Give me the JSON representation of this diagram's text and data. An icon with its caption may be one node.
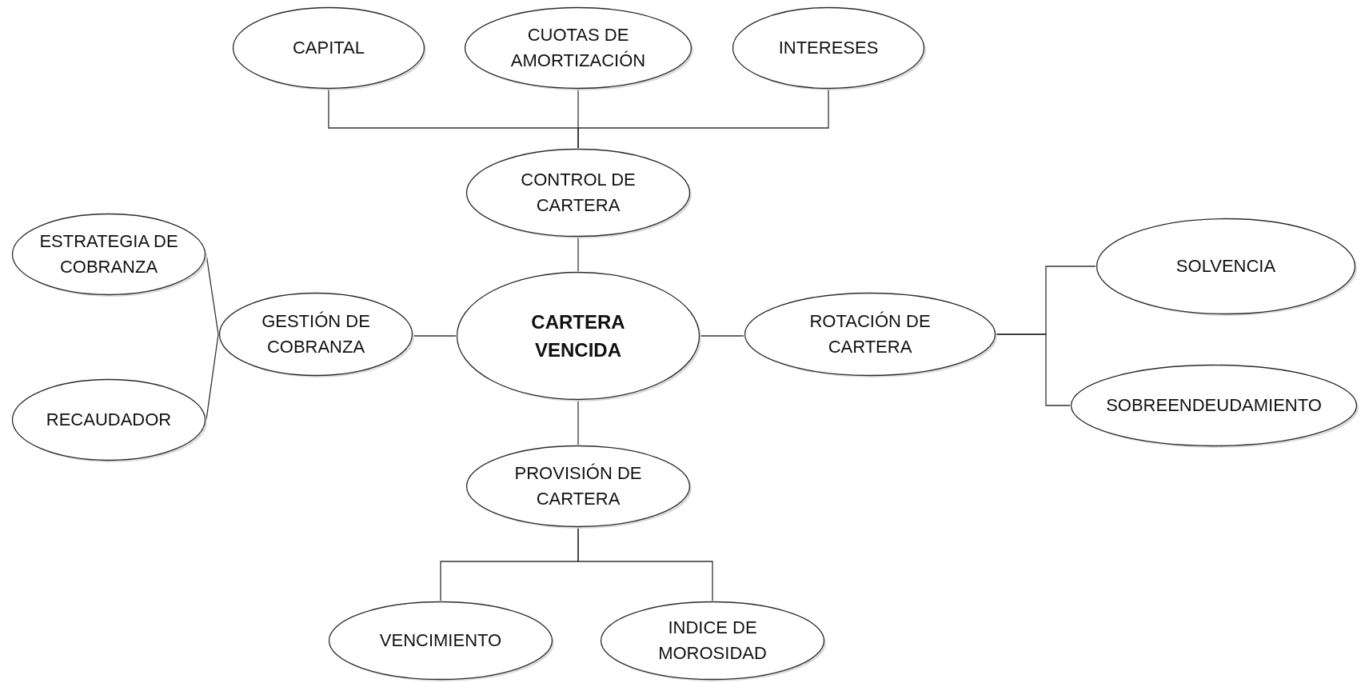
{
  "diagram": {
    "nodes": [
      {
        "text": [
          "CARTERA VENCIDA"
        ]
      },
      {
        "text": [
          "CONTROL DE CARTERA"
        ]
      },
      {
        "text": [
          "CAPITAL"
        ]
      },
      {
        "text": [
          "CUOTAS DE AMORTIZACIÓN"
        ]
      },
      {
        "text": [
          "INTERESES"
        ]
      },
      {
        "text": [
          "GESTIÓN DE COBRANZA"
        ]
      },
      {
        "text": [
          "ESTRATEGIA DE COBRANZA"
        ]
      },
      {
        "text": [
          "RECAUDADOR"
        ]
      },
      {
        "text": [
          "ROTACIÓN DE CARTERA"
        ]
      },
      {
        "text": [
          "SOLVENCIA"
        ]
      },
      {
        "text": [
          "SOBREENDEUDAMIENTO"
        ]
      },
      {
        "text": [
          "PROVISIÓN DE CARTERA"
        ]
      },
      {
        "text": [
          "VENCIMIENTO"
        ]
      },
      {
        "text": [
          "INDICE DE MOROSIDAD"
        ]
      }
    ],
    "edges": [
      {
        "from": 0,
        "to": 1,
        "arrow": "none"
      },
      {
        "from": 1,
        "to": 2,
        "arrow": "none"
      },
      {
        "from": 1,
        "to": 3,
        "arrow": "none"
      },
      {
        "from": 1,
        "to": 4,
        "arrow": "none"
      },
      {
        "from": 0,
        "to": 5,
        "arrow": "none"
      },
      {
        "from": 5,
        "to": 6,
        "arrow": "none"
      },
      {
        "from": 5,
        "to": 7,
        "arrow": "none"
      },
      {
        "from": 0,
        "to": 8,
        "arrow": "none"
      },
      {
        "from": 8,
        "to": 9,
        "arrow": "none"
      },
      {
        "from": 8,
        "to": 10,
        "arrow": "none"
      },
      {
        "from": 0,
        "to": 11,
        "arrow": "none"
      },
      {
        "from": 11,
        "to": 12,
        "arrow": "none"
      },
      {
        "from": 11,
        "to": 13,
        "arrow": "none"
      }
    ]
  }
}
